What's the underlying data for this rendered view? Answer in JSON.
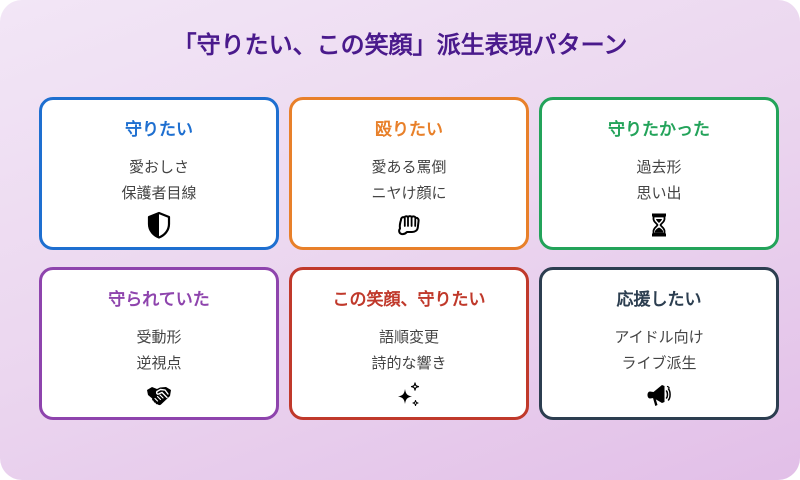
{
  "title": "「守りたい、この笑顔」派生表現パターン",
  "cards": [
    {
      "title": "守りたい",
      "line1": "愛おしさ",
      "line2": "保護者目線",
      "icon": "shield-half-icon",
      "color": "#1e6fd0"
    },
    {
      "title": "殴りたい",
      "line1": "愛ある罵倒",
      "line2": "ニヤけ顔に",
      "icon": "fist-icon",
      "color": "#e8802a"
    },
    {
      "title": "守りたかった",
      "line1": "過去形",
      "line2": "思い出",
      "icon": "hourglass-icon",
      "color": "#23a35a"
    },
    {
      "title": "守られていた",
      "line1": "受動形",
      "line2": "逆視点",
      "icon": "handshake-icon",
      "color": "#8e44ad"
    },
    {
      "title": "この笑顔、守りたい",
      "line1": "語順変更",
      "line2": "詩的な響き",
      "icon": "sparkles-icon",
      "color": "#c0392b"
    },
    {
      "title": "応援したい",
      "line1": "アイドル向け",
      "line2": "ライブ派生",
      "icon": "megaphone-icon",
      "color": "#2c3e50"
    }
  ]
}
